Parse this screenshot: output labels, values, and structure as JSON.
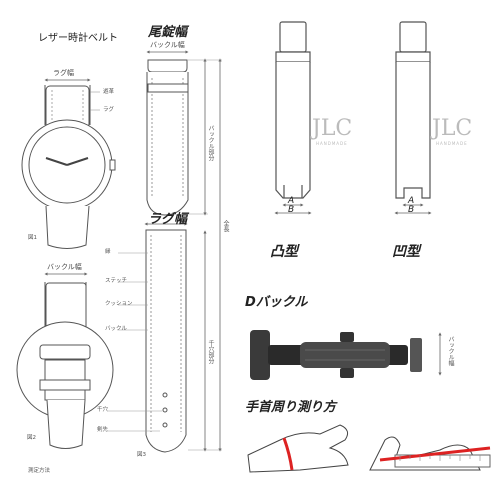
{
  "labels": {
    "title": "レザー時計ベルト",
    "tail_width": "尾錠幅",
    "buckle_width_top": "バックル幅",
    "lug_width_left": "ラグ幅",
    "lug_width_mid": "ラグ幅",
    "keeper": "遊革",
    "lug": "ラグ",
    "buckle_part": "バックル部分",
    "total_length": "全長",
    "fig1": "図1",
    "buckle_width_left": "バックル幅",
    "stitch_line": "縁",
    "stitch": "ステッチ",
    "cushion": "クッション",
    "buckle": "バックル",
    "holes_part": "千穴部分",
    "hole": "千穴",
    "tip": "剣先",
    "fig2": "図2",
    "fig3": "図3",
    "measure_method": "測定方法",
    "a1": "A",
    "b1": "B",
    "a2": "A",
    "b2": "B",
    "convex": "凸型",
    "concave": "凹型",
    "jlc1": "JLC",
    "hand1": "HANDMADE",
    "jlc2": "JLC",
    "hand2": "HANDMADE",
    "d_buckle": "Dバックル",
    "d_buckle_width": "バックル幅",
    "wrist_measure": "手首周り測り方"
  }
}
